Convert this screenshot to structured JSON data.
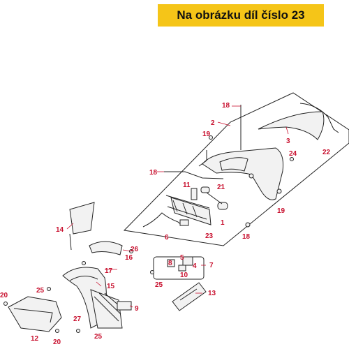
{
  "banner": {
    "text": "Na obrázku díl číslo 23"
  },
  "callouts": [
    "1",
    "2",
    "3",
    "4",
    "5",
    "6",
    "7",
    "8",
    "9",
    "10",
    "11",
    "12",
    "13",
    "14",
    "15",
    "16",
    "17",
    "18",
    "19",
    "20",
    "21",
    "22",
    "23",
    "24",
    "25",
    "26",
    "27"
  ],
  "colors": {
    "banner_bg": "#f5c518",
    "callout_text": "#c8102e",
    "outline": "#222222"
  }
}
